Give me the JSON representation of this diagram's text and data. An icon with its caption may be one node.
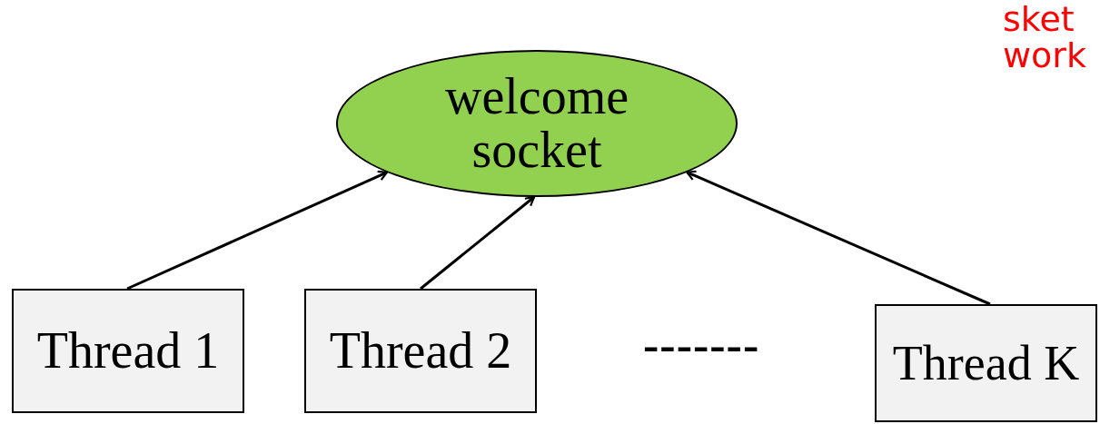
{
  "diagram": {
    "nodes": [
      {
        "text": [
          "welcome socket"
        ]
      },
      {
        "text": [
          "Thread 1"
        ]
      },
      {
        "text": [
          "Thread 2"
        ]
      },
      {
        "text": [
          "Thread K"
        ]
      }
    ],
    "edges": [
      {
        "from": 1,
        "to": 0,
        "arrow": "to"
      },
      {
        "from": 2,
        "to": 0,
        "arrow": "to"
      },
      {
        "from": 3,
        "to": 0,
        "arrow": "to"
      }
    ],
    "labels": [
      "sket",
      "work",
      "-------"
    ]
  }
}
